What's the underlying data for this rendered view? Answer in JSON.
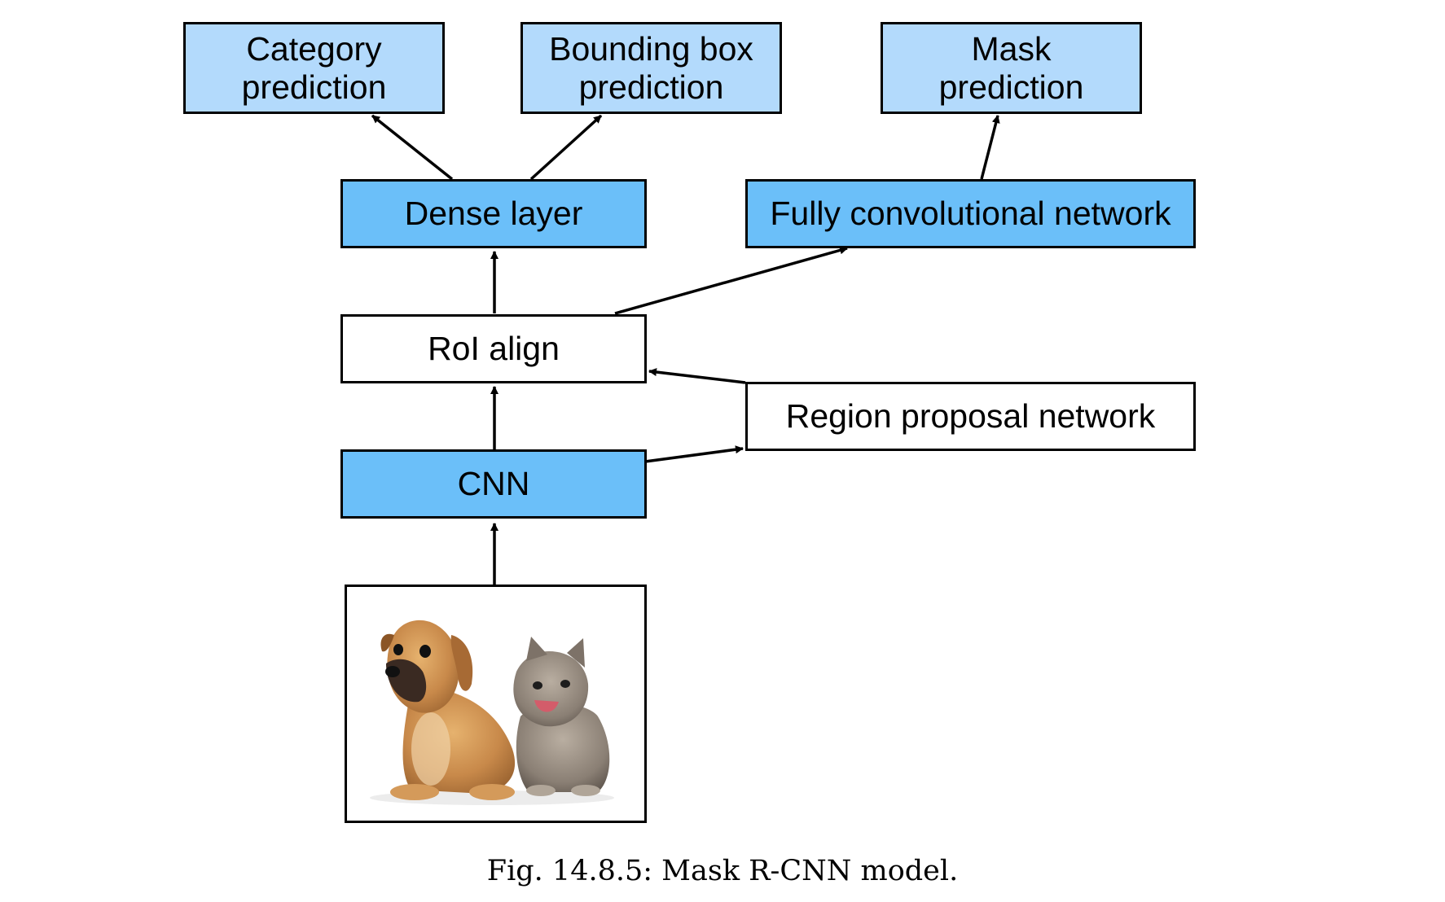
{
  "colors": {
    "output_fill": "#b3dafc",
    "layer_fill": "#6bbff9",
    "plain_fill": "#ffffff",
    "stroke": "#000000"
  },
  "boxes": {
    "category_prediction": "Category\nprediction",
    "bounding_box_prediction": "Bounding box\nprediction",
    "mask_prediction": "Mask\nprediction",
    "dense_layer": "Dense layer",
    "fcn": "Fully convolutional network",
    "roi_align": "RoI align",
    "rpn": "Region proposal network",
    "cnn": "CNN"
  },
  "input_image": {
    "content": "puppy and kitten photo"
  },
  "caption": "Fig. 14.8.5: Mask R-CNN model."
}
